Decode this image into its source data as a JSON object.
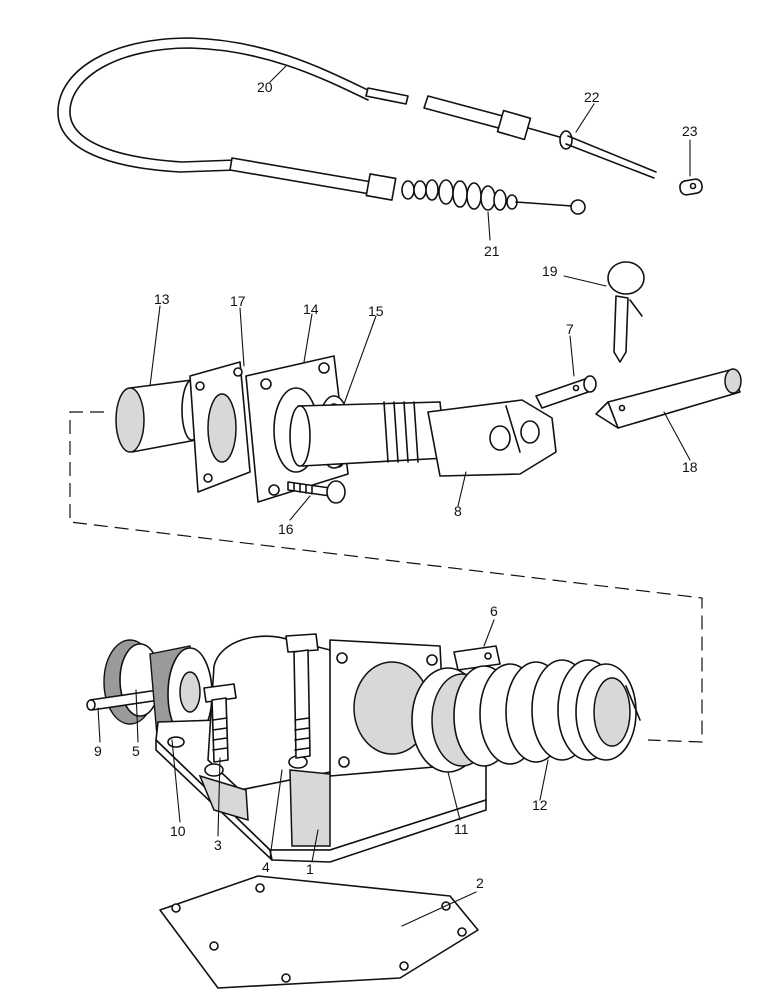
{
  "labels": {
    "p1": "1",
    "p2": "2",
    "p3": "3",
    "p4": "4",
    "p5": "5",
    "p6": "6",
    "p7": "7",
    "p8": "8",
    "p9": "9",
    "p10": "10",
    "p11": "11",
    "p12": "12",
    "p13": "13",
    "p14": "14",
    "p15": "15",
    "p16": "16",
    "p17": "17",
    "p18": "18",
    "p19": "19",
    "p20": "20",
    "p21": "21",
    "p22": "22",
    "p23": "23"
  }
}
